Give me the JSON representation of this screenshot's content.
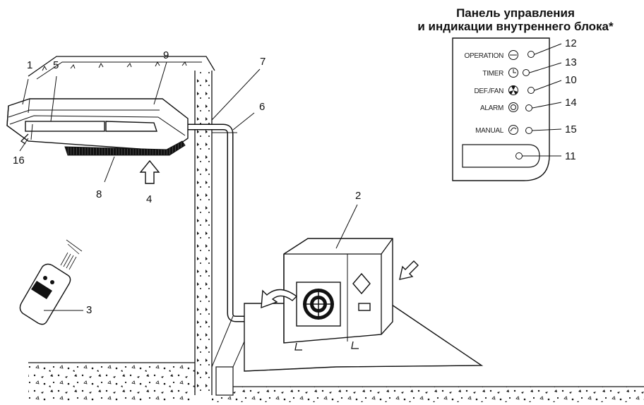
{
  "panel": {
    "title_line1": "Панель управления",
    "title_line2": "и индикации внутреннего блока*",
    "labels": {
      "operation": "OPERATION",
      "timer": "TIMER",
      "def_fan": "DEF./FAN",
      "alarm": "ALARM",
      "manual": "MANUAL"
    }
  },
  "callouts": {
    "n1": "1",
    "n2": "2",
    "n3": "3",
    "n4": "4",
    "n5": "5",
    "n6": "6",
    "n7": "7",
    "n8": "8",
    "n9": "9",
    "n10": "10",
    "n11": "11",
    "n12": "12",
    "n13": "13",
    "n14": "14",
    "n15": "15",
    "n16": "16"
  }
}
